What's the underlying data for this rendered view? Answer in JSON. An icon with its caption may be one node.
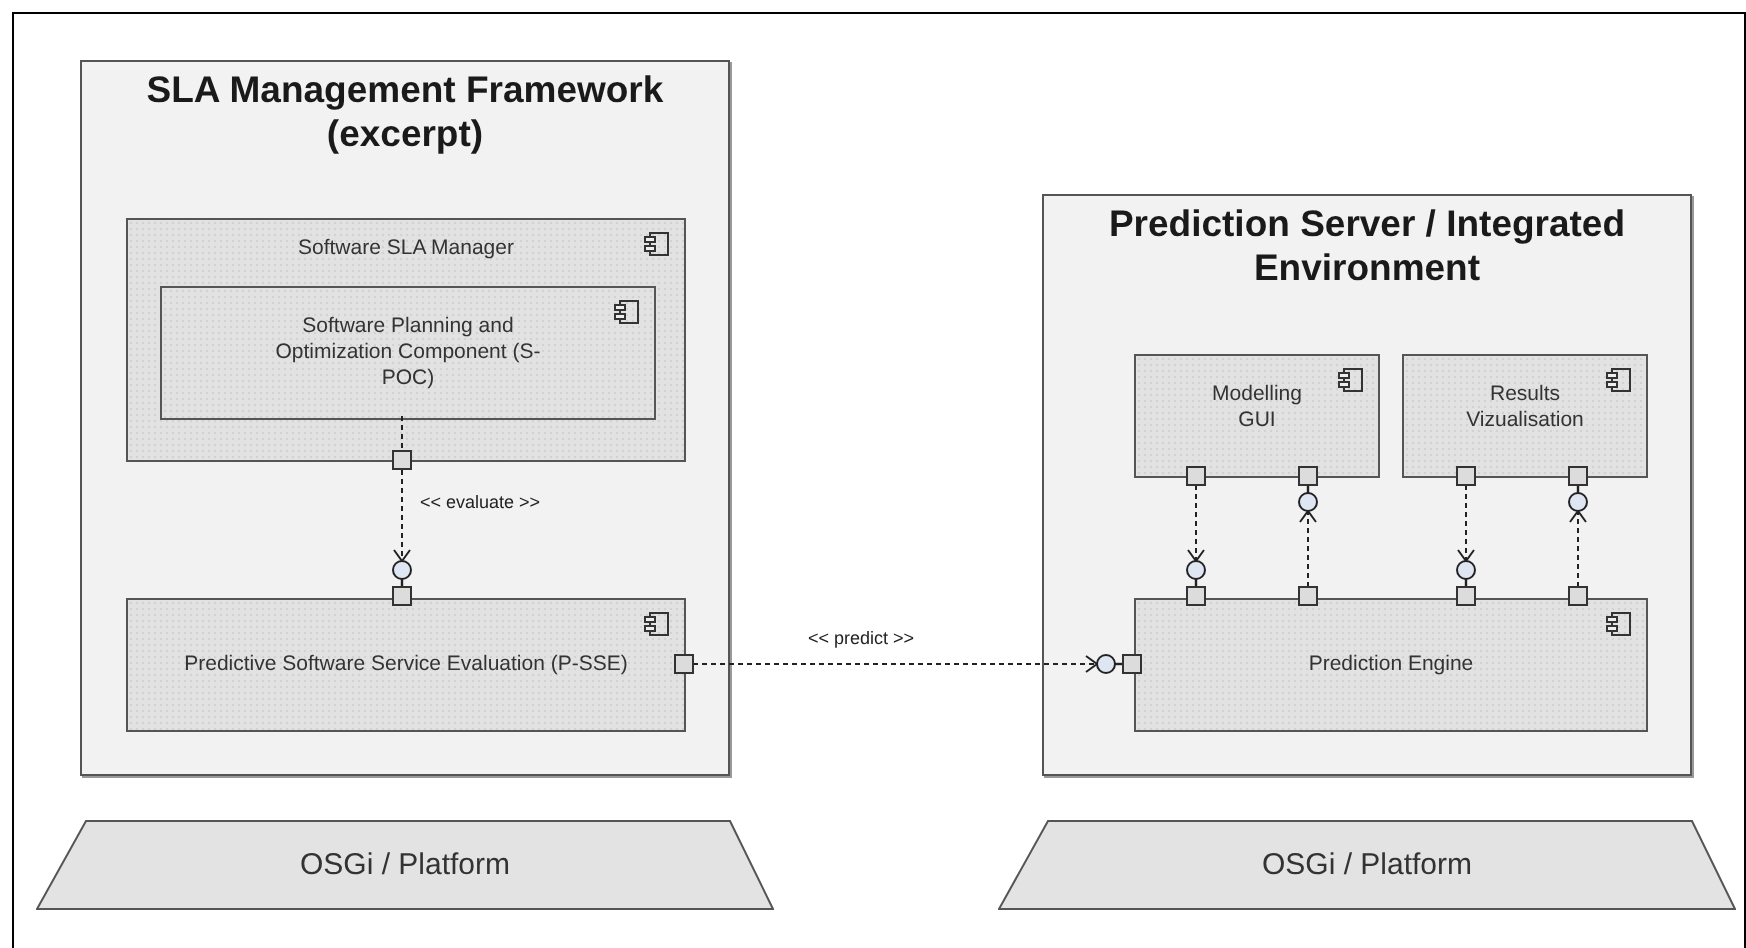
{
  "diagram": {
    "nodes": [
      {
        "text": [
          "SLA Management Framework (excerpt)"
        ]
      },
      {
        "text": [
          "Software SLA Manager"
        ],
        "in": 0
      },
      {
        "text": [
          "Software Planning and Optimization Component (S-POC)"
        ],
        "in": 1
      },
      {
        "text": [
          "Predictive Software Service Evaluation (P-SSE)"
        ],
        "in": 0
      },
      {
        "text": [
          "Prediction Server / Integrated Environment"
        ]
      },
      {
        "text": [
          "Modelling GUI"
        ],
        "in": 4
      },
      {
        "text": [
          "Results Vizualisation"
        ],
        "in": 4
      },
      {
        "text": [
          "Prediction Engine"
        ],
        "in": 4
      },
      {
        "text": [
          "OSGi / Platform"
        ]
      },
      {
        "text": [
          "OSGi / Platform"
        ]
      }
    ],
    "edges": [
      {
        "from": 2,
        "to": 3,
        "arrow": "to",
        "label": "<< evaluate >>"
      },
      {
        "from": 3,
        "to": 7,
        "arrow": "to",
        "label": "<< predict >>"
      },
      {
        "from": 5,
        "to": 7,
        "arrow": "to"
      },
      {
        "from": 7,
        "to": 5,
        "arrow": "to"
      },
      {
        "from": 6,
        "to": 7,
        "arrow": "to"
      },
      {
        "from": 7,
        "to": 6,
        "arrow": "to"
      }
    ]
  }
}
